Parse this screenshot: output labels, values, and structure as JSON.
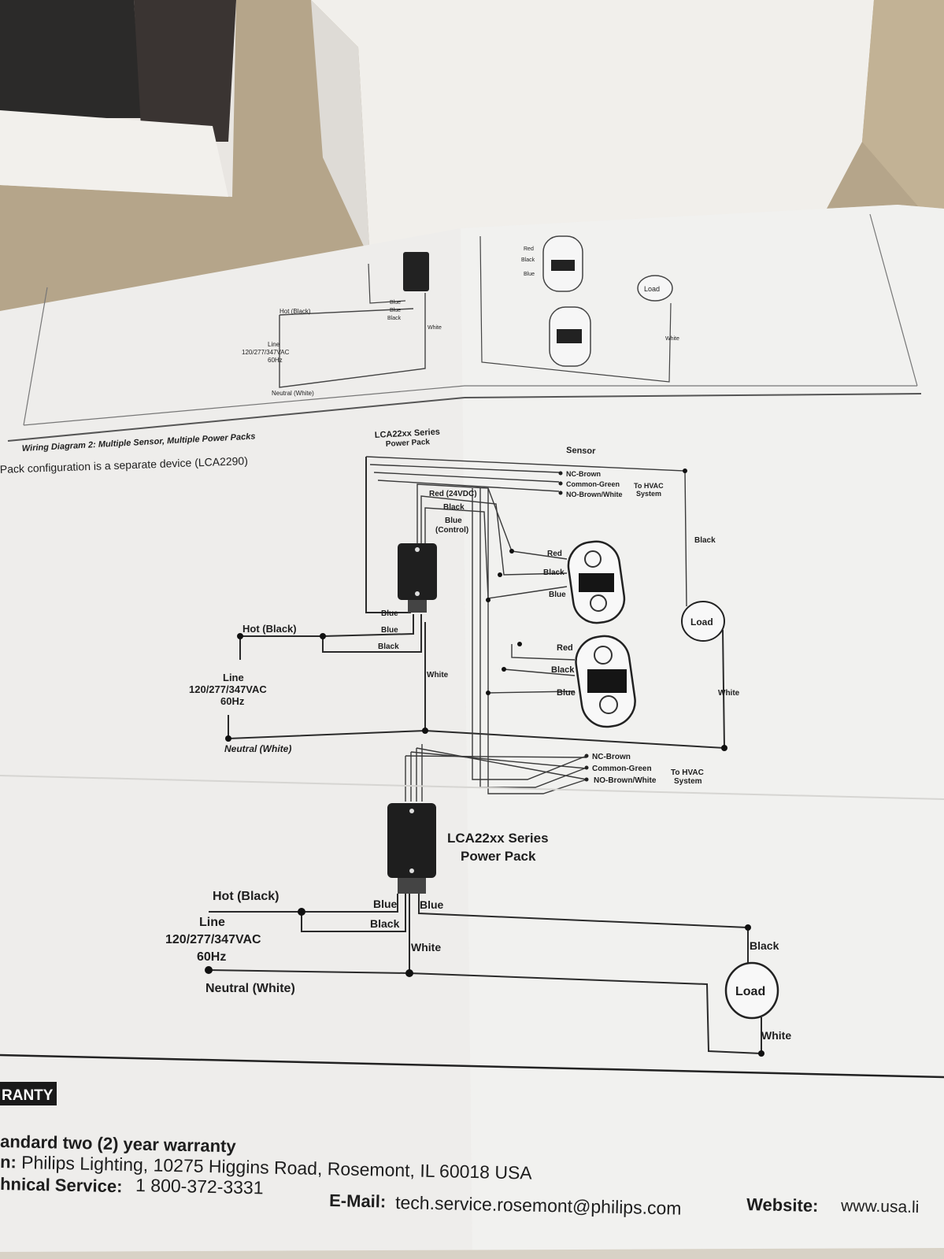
{
  "top_diagram": {
    "hot": "Hot (Black)",
    "line": "Line",
    "voltage": "120/277/347VAC",
    "freq": "60Hz",
    "neutral": "Neutral (White)",
    "wires": [
      "Blue",
      "Blue",
      "Black"
    ],
    "white": "White",
    "sensor_wires": [
      "Red",
      "Black",
      "Blue"
    ],
    "load": "Load",
    "load_white": "White"
  },
  "diagram2": {
    "caption": "Wiring Diagram 2: Multiple Sensor, Multiple Power Packs",
    "note": "Pack configuration is a separate device (LCA2290)",
    "pack_label_top": "LCA22xx Series",
    "pack_label_bottom": "Power Pack",
    "sensor_label": "Sensor",
    "hvac_wires": [
      "NC-Brown",
      "Common-Green",
      "NO-Brown/White"
    ],
    "hvac_label_1": "To HVAC",
    "hvac_label_2": "System",
    "red_24": "Red (24VDC)",
    "black": "Black",
    "blue_control_1": "Blue",
    "blue_control_2": "(Control)",
    "sensor1_wires": [
      "Red",
      "Black",
      "Blue"
    ],
    "sensor2_wires": [
      "Red",
      "Black",
      "Blue"
    ],
    "pack1_wires": [
      "Blue",
      "Blue",
      "Black"
    ],
    "white": "White",
    "hot": "Hot (Black)",
    "line": "Line",
    "voltage": "120/277/347VAC",
    "freq": "60Hz",
    "neutral": "Neutral (White)",
    "load": "Load",
    "load_black": "Black",
    "load_white": "White",
    "pack2_label_1": "LCA22xx Series",
    "pack2_label_2": "Power Pack",
    "pack2_blue_left": "Blue",
    "pack2_black": "Black",
    "pack2_blue_right": "Blue",
    "pack2_white": "White",
    "hot2": "Hot (Black)",
    "line2": "Line",
    "voltage2": "120/277/347VAC",
    "freq2": "60Hz",
    "neutral2": "Neutral (White)",
    "load2": "Load",
    "load2_black": "Black",
    "load2_white": "White"
  },
  "warranty": {
    "badge": "RANTY",
    "line1": "andard two (2) year warranty",
    "line2_label": "n:",
    "line2": "Philips Lighting, 10275 Higgins Road, Rosemont, IL 60018  USA",
    "line3_label": "hnical Service:",
    "line3": "1  800-372-3331",
    "email_label": "E-Mail:",
    "email": "tech.service.rosemont@philips.com",
    "website_label": "Website:",
    "website": "www.usa.li"
  }
}
